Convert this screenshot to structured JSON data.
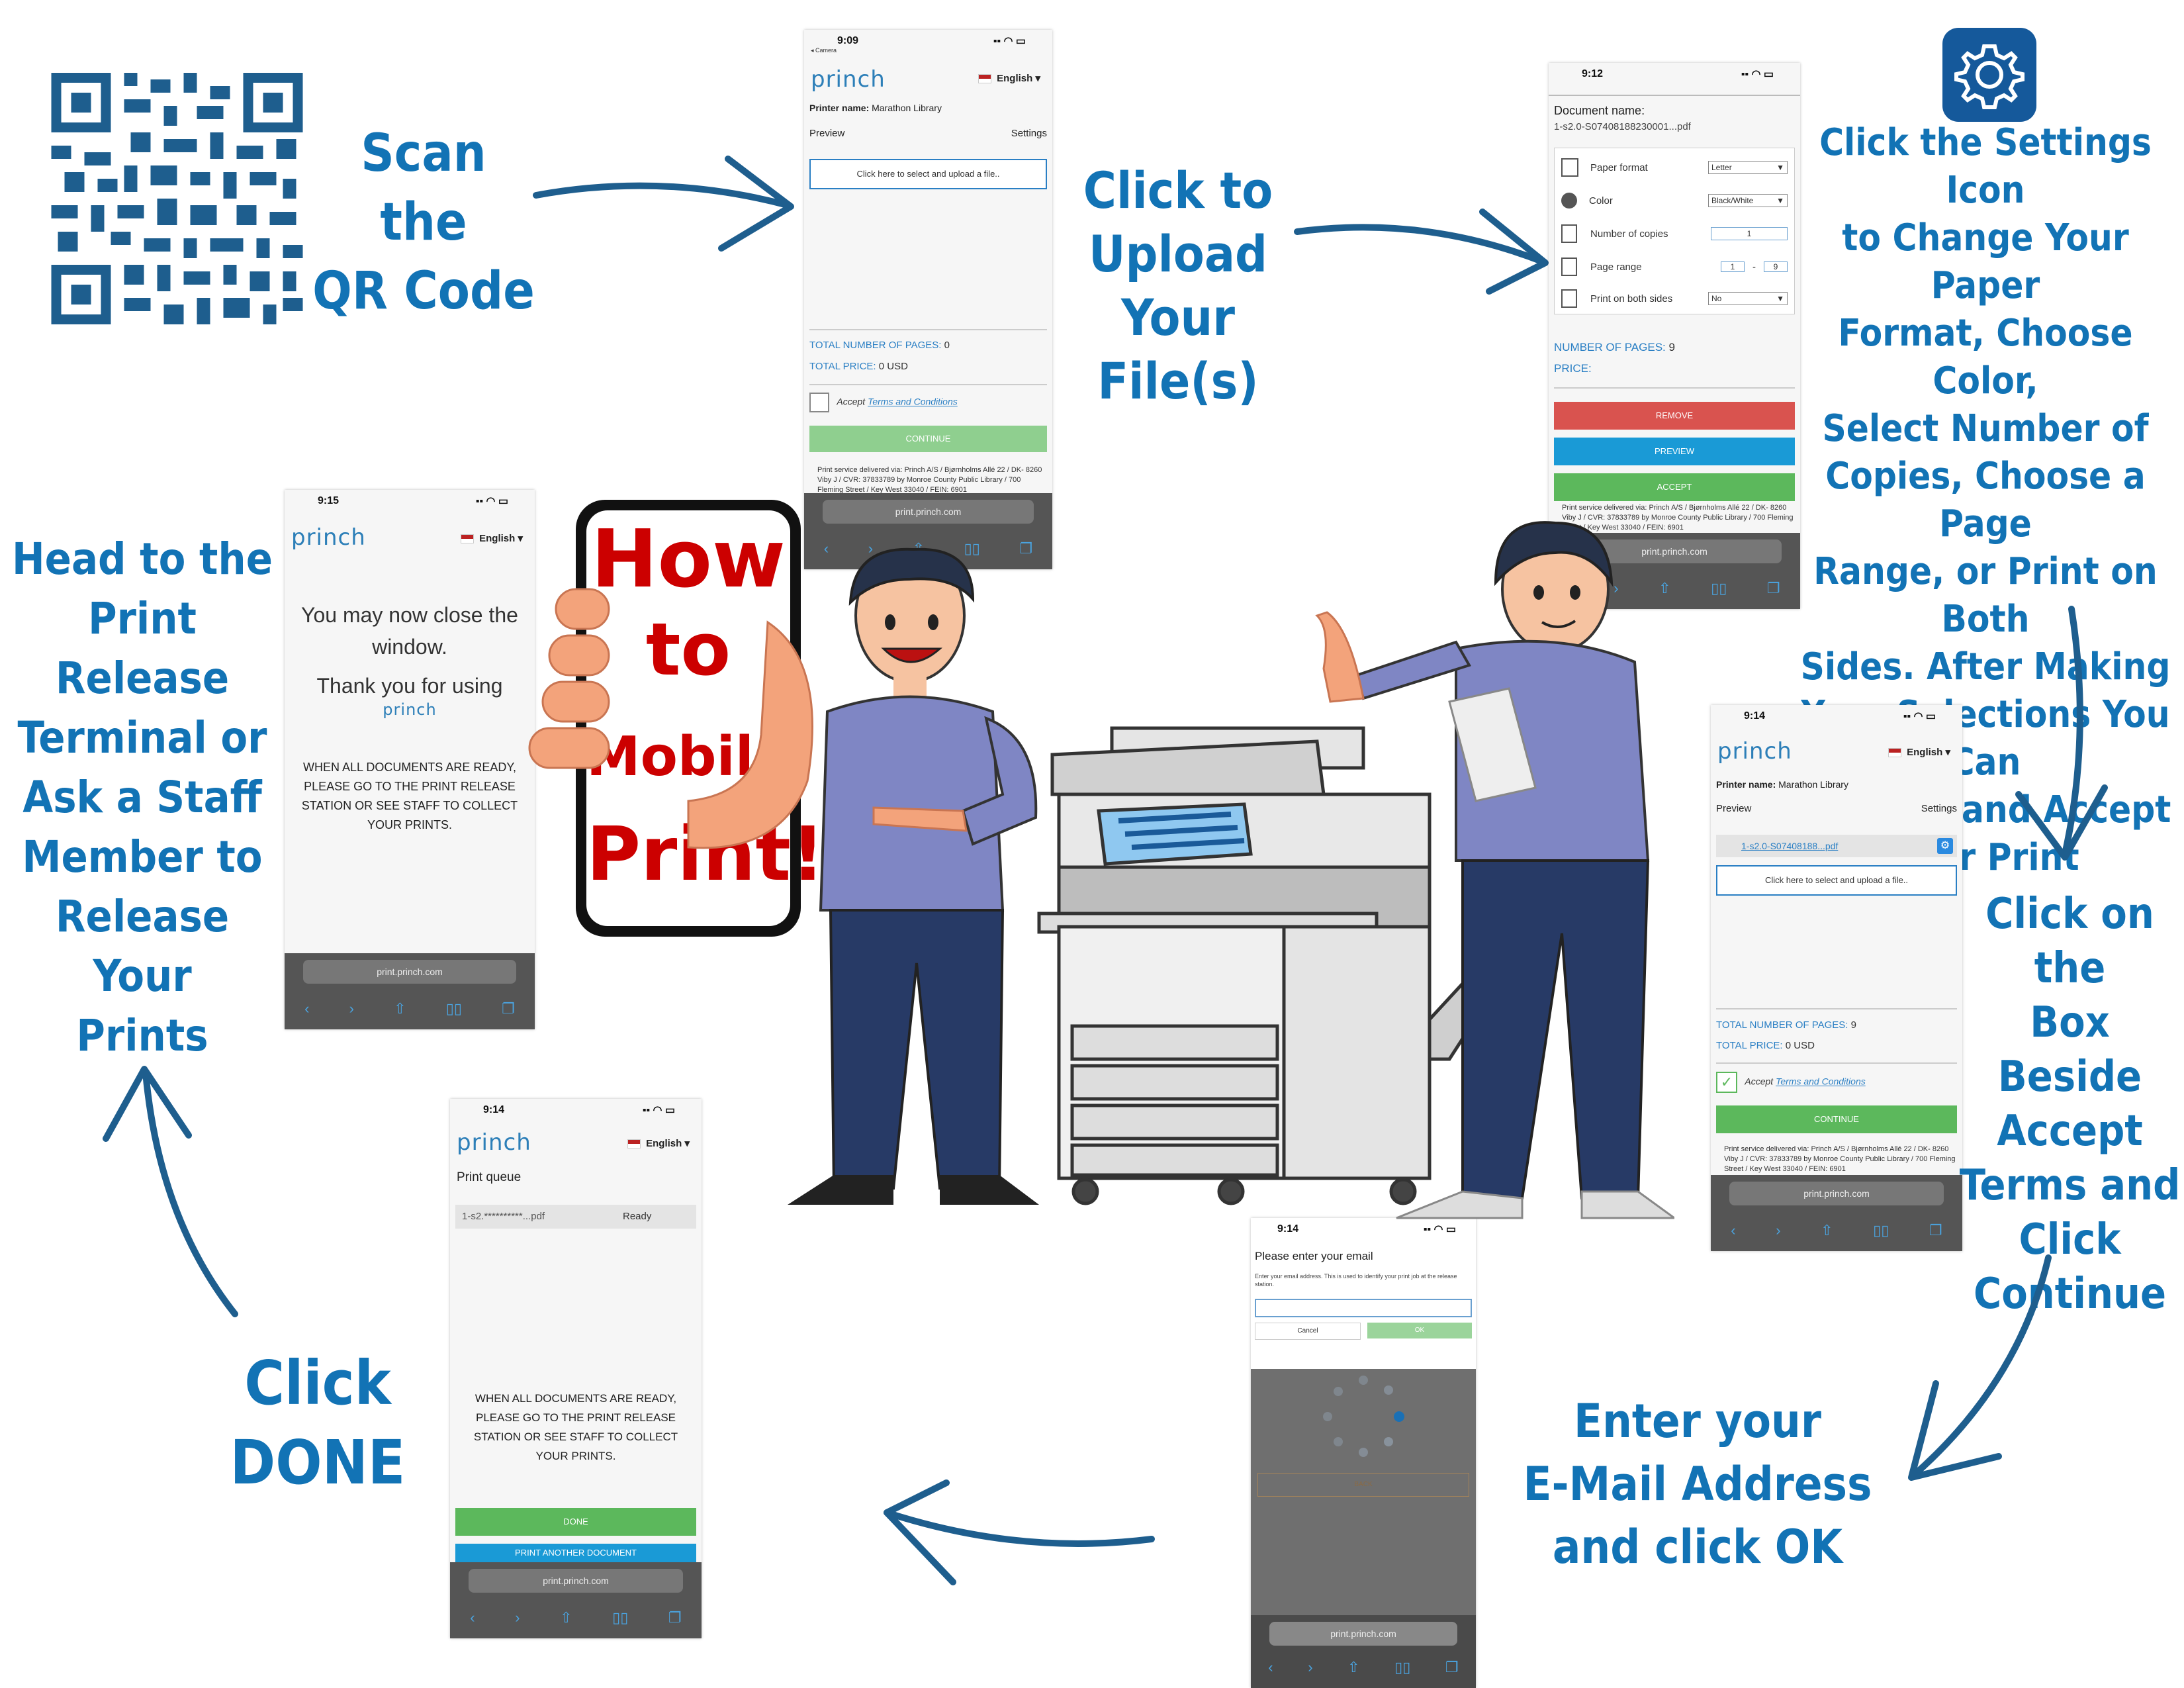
{
  "captions": {
    "scan_qr": "Scan the\nQR Code",
    "upload": "Click to\nUpload Your\nFile(s)",
    "settings": "Click the Settings Icon\nto Change Your Paper\nFormat, Choose Color,\nSelect Number of\nCopies, Choose a Page\nRange, or Print on Both\nSides.  After Making\nYour Selections You Can\nPreview and Accept\nYour Print",
    "accept_box": "Click on the\nBox Beside\nAccept\nTerms and\nClick\nContinue",
    "email": "Enter your\nE-Mail Address\nand click OK",
    "done": "Click\nDONE",
    "release": "Head to the\nPrint Release\nTerminal or\nAsk a Staff\nMember to\nRelease Your\nPrints"
  },
  "hero_phone": {
    "line1": "How",
    "line2": "to",
    "line3": "Mobile",
    "line4": "Print!"
  },
  "brand": "princh",
  "language": "English",
  "url": "print.princh.com",
  "colors": {
    "caption_blue": "#1273b5",
    "continue_green": "#5cb85c",
    "remove_red": "#d9534f",
    "preview_blue": "#1a9ad6",
    "hero_red": "#cc0000"
  },
  "screen_upload": {
    "time": "9:09",
    "back": "◂ Camera",
    "printer_label": "Printer name:",
    "printer_name": "Marathon Library",
    "preview": "Preview",
    "settings": "Settings",
    "upload_btn": "Click here to select and upload a file..",
    "total_pages_label": "TOTAL NUMBER OF PAGES:",
    "total_pages": "0",
    "total_price_label": "TOTAL PRICE:",
    "total_price": "0 USD",
    "accept": "Accept",
    "terms": "Terms and Conditions",
    "continue": "CONTINUE",
    "footer": "Print service delivered via: Princh A/S  / Bjørnholms Allé 22 / DK- 8260 Viby J  / CVR:  37833789 by  Monroe County Public Library  /  700 Fleming Street  /  Key West  33040  /  FEIN: 6901"
  },
  "screen_settings": {
    "time": "9:12",
    "doc_label": "Document name:",
    "doc_name": "1-s2.0-S07408188230001...pdf",
    "rows": [
      {
        "label": "Paper format",
        "value": "Letter"
      },
      {
        "label": "Color",
        "value": "Black/White"
      },
      {
        "label": "Number of copies",
        "value": "1"
      },
      {
        "label": "Page range",
        "value_from": "1",
        "sep": "-",
        "value_to": "9"
      },
      {
        "label": "Print on both sides",
        "value": "No"
      }
    ],
    "pages_label": "NUMBER OF PAGES:",
    "pages": "9",
    "price_label": "PRICE:",
    "remove": "REMOVE",
    "preview": "PREVIEW",
    "accept": "ACCEPT",
    "footer": "Print service delivered via: Princh A/S / Bjørnholms Allé 22 / DK- 8260 Viby J  / CVR:  37833789 by  Monroe County Public Library  /  700 Fleming Street  /  Key West  33040  /  FEIN: 6901"
  },
  "screen_accept": {
    "time": "9:14",
    "printer_label": "Printer name:",
    "printer_name": "Marathon Library",
    "preview": "Preview",
    "settings": "Settings",
    "file": "1-s2.0-S07408188...pdf",
    "upload_btn": "Click here to select and upload a file..",
    "total_pages_label": "TOTAL NUMBER OF PAGES:",
    "total_pages": "9",
    "total_price_label": "TOTAL PRICE:",
    "total_price": "0 USD",
    "accept": "Accept",
    "terms": "Terms and Conditions",
    "continue": "CONTINUE",
    "footer": "Print service delivered via: Princh A/S / Bjørnholms Allé 22 / DK- 8260 Viby J  / CVR:  37833789 by  Monroe County Public Library  /  700 Fleming Street  /  Key West  33040  /  FEIN: 6901"
  },
  "screen_email": {
    "time": "9:14",
    "title": "Please enter your email",
    "desc": "Enter your email address. This is used to identify your print job at the release station.",
    "cancel": "Cancel",
    "ok": "OK",
    "back": "BACK"
  },
  "screen_queue": {
    "time": "9:14",
    "title": "Print queue",
    "file": "1-s2.**********...pdf",
    "status": "Ready",
    "message": "WHEN ALL DOCUMENTS ARE READY, PLEASE GO TO THE PRINT RELEASE STATION OR SEE STAFF TO COLLECT YOUR PRINTS.",
    "done": "DONE",
    "another": "PRINT ANOTHER DOCUMENT"
  },
  "screen_close": {
    "time": "9:15",
    "line1": "You may now close the window.",
    "line2": "Thank you for using",
    "message": "WHEN ALL DOCUMENTS ARE READY, PLEASE GO TO THE PRINT RELEASE STATION OR SEE STAFF TO COLLECT YOUR PRINTS."
  },
  "icons": [
    "qr-code-icon",
    "settings-gear-icon",
    "printer-illustration",
    "person-left-icon",
    "person-right-icon",
    "arrow-icon"
  ]
}
